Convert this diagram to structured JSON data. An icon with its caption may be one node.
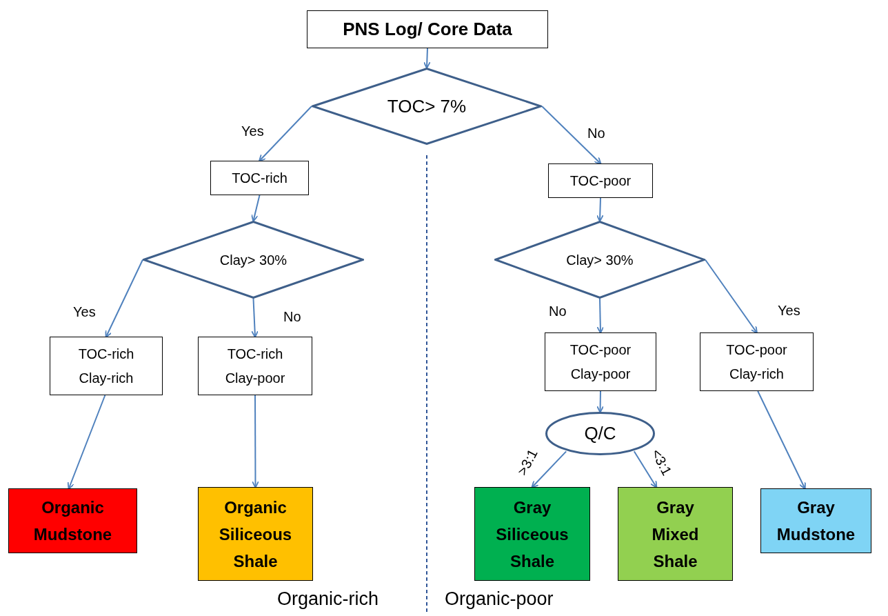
{
  "diagram": {
    "nodes": [
      {
        "text": [
          "PNS Log/ Core Data"
        ]
      },
      {
        "text": [
          "TOC> 7%"
        ]
      },
      {
        "text": [
          "TOC-rich"
        ]
      },
      {
        "text": [
          "TOC-poor"
        ]
      },
      {
        "text": [
          "Clay> 30%"
        ]
      },
      {
        "text": [
          "Clay> 30%"
        ]
      },
      {
        "text": [
          "TOC-rich Clay-rich"
        ]
      },
      {
        "text": [
          "TOC-rich Clay-poor"
        ]
      },
      {
        "text": [
          "TOC-poor Clay-poor"
        ]
      },
      {
        "text": [
          "TOC-poor Clay-rich"
        ]
      },
      {
        "text": [
          "Q/C"
        ]
      },
      {
        "text": [
          "Organic Mudstone"
        ]
      },
      {
        "text": [
          "Organic Siliceous Shale"
        ]
      },
      {
        "text": [
          "Gray Siliceous Shale"
        ]
      },
      {
        "text": [
          "Gray Mixed Shale"
        ]
      },
      {
        "text": [
          "Gray Mudstone"
        ]
      }
    ],
    "edges": [
      {
        "from": 0,
        "to": 1,
        "arrow": "to"
      },
      {
        "from": 1,
        "to": 2,
        "arrow": "to",
        "label": "Yes"
      },
      {
        "from": 1,
        "to": 3,
        "arrow": "to",
        "label": "No"
      },
      {
        "from": 2,
        "to": 4,
        "arrow": "to"
      },
      {
        "from": 3,
        "to": 5,
        "arrow": "to"
      },
      {
        "from": 4,
        "to": 6,
        "arrow": "to",
        "label": "Yes"
      },
      {
        "from": 4,
        "to": 7,
        "arrow": "to",
        "label": "No"
      },
      {
        "from": 5,
        "to": 8,
        "arrow": "to",
        "label": "No"
      },
      {
        "from": 5,
        "to": 9,
        "arrow": "to",
        "label": "Yes"
      },
      {
        "from": 6,
        "to": 11,
        "arrow": "to"
      },
      {
        "from": 7,
        "to": 12,
        "arrow": "to"
      },
      {
        "from": 8,
        "to": 10,
        "arrow": "to"
      },
      {
        "from": 10,
        "to": 13,
        "arrow": "to",
        "label": ">3:1"
      },
      {
        "from": 10,
        "to": 14,
        "arrow": "to",
        "label": "<3:1"
      },
      {
        "from": 9,
        "to": 15,
        "arrow": "to"
      }
    ],
    "labels": [
      "Organic-rich",
      "Organic-poor"
    ]
  }
}
